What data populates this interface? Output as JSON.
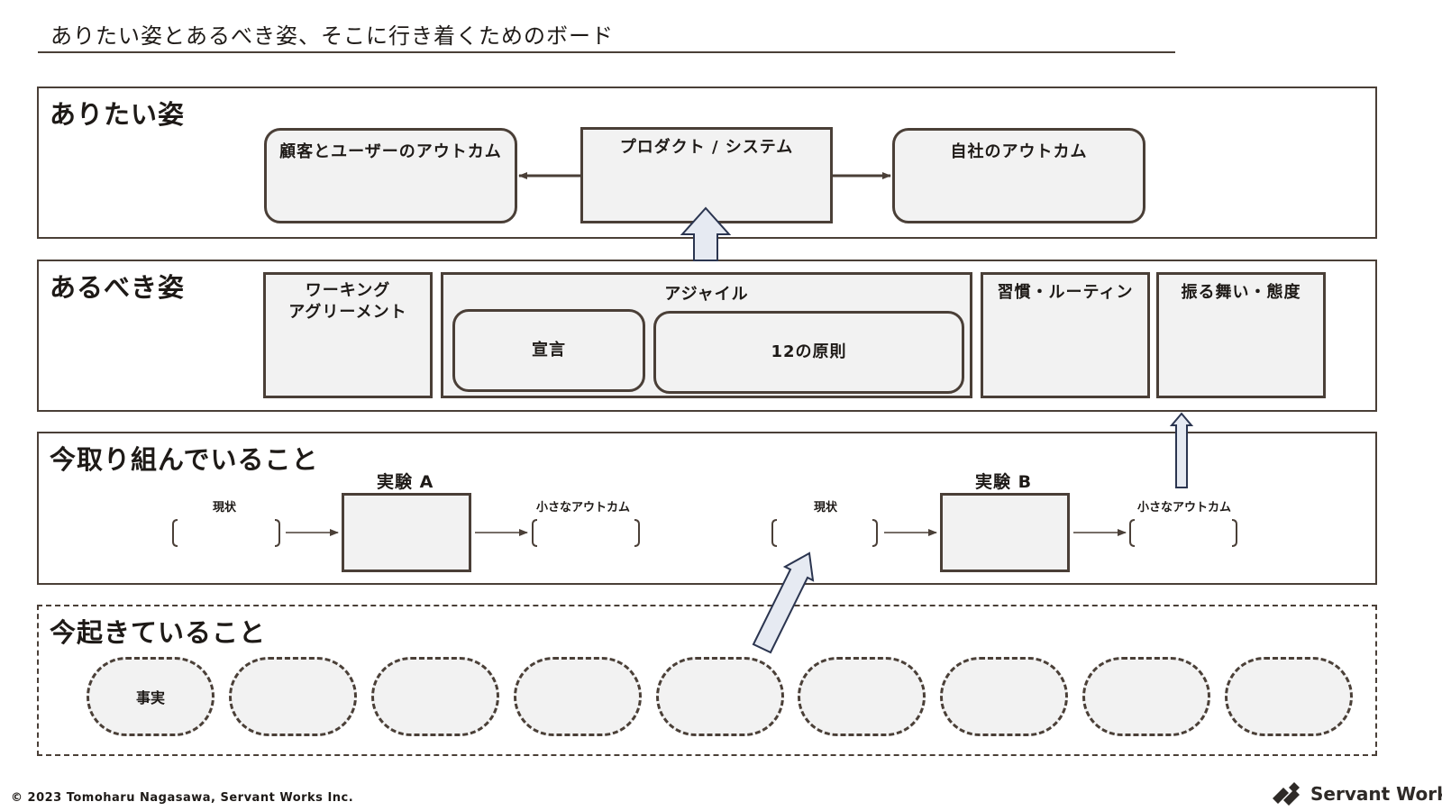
{
  "board_title": "ありたい姿とあるべき姿、そこに行き着くためのボード",
  "sections": {
    "desired": {
      "label": "ありたい姿",
      "customer_outcome": "顧客とユーザーのアウトカム",
      "product_system": "プロダクト / システム",
      "company_outcome": "自社のアウトカム"
    },
    "ideal": {
      "label": "あるべき姿",
      "working_agreement": "ワーキング\nアグリーメント",
      "agile": "アジャイル",
      "manifesto": "宣言",
      "principles": "12の原則",
      "habits": "習慣・ルーティン",
      "behavior": "振る舞い・態度"
    },
    "current_work": {
      "label": "今取り組んでいること",
      "experiment_a": "実験 A",
      "experiment_b": "実験 B",
      "current_state_a": "現状",
      "small_outcome_a": "小さなアウトカム",
      "current_state_b": "現状",
      "small_outcome_b": "小さなアウトカム"
    },
    "happening": {
      "label": "今起きていること",
      "facts": [
        "事実",
        "",
        "",
        "",
        "",
        "",
        "",
        "",
        ""
      ]
    }
  },
  "footer": {
    "copyright": "© 2023 Tomoharu Nagasawa, Servant Works Inc.",
    "logo_text": "Servant Works"
  },
  "colors": {
    "border": "#4a3f37",
    "card_fill": "#f2f2f2",
    "arrow_fill": "#e6eaf2",
    "arrow_stroke": "#2b3550"
  },
  "icons": [
    "servant-works-logo-icon"
  ]
}
